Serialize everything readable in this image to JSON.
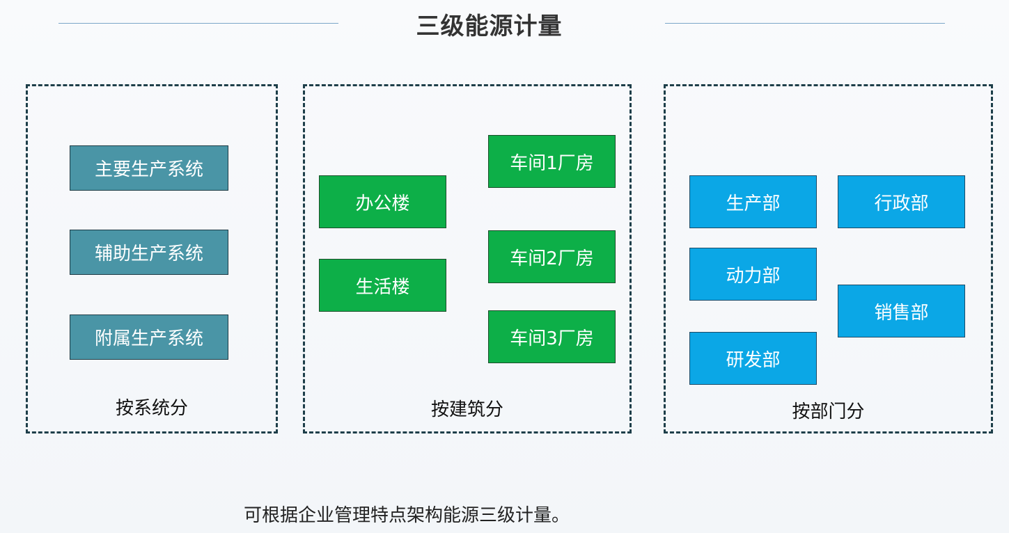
{
  "title": "三级能源计量",
  "groups": [
    {
      "label": "按系统分",
      "nodes": [
        "主要生产系统",
        "辅助生产系统",
        "附属生产系统"
      ]
    },
    {
      "label": "按建筑分",
      "nodes": [
        "办公楼",
        "生活楼",
        "车间1厂房",
        "车间2厂房",
        "车间3厂房"
      ]
    },
    {
      "label": "按部门分",
      "nodes": [
        "生产部",
        "动力部",
        "研发部",
        "行政部",
        "销售部"
      ]
    }
  ],
  "caption": "可根据企业管理特点架构能源三级计量。",
  "watermark": "",
  "colors": {
    "system": "#4a95a6",
    "building": "#0daf48",
    "department": "#0ba7e6",
    "border": "#1e3f4a"
  }
}
